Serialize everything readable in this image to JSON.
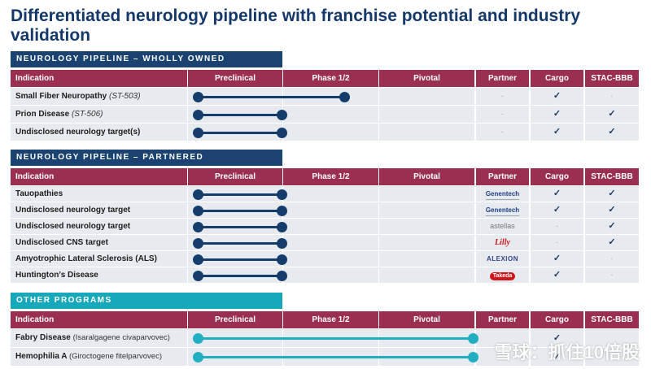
{
  "title": "Differentiated neurology pipeline with franchise potential and industry validation",
  "columns": {
    "indication": "Indication",
    "preclinical": "Preclinical",
    "phase": "Phase 1/2",
    "pivotal": "Pivotal",
    "partner": "Partner",
    "cargo": "Cargo",
    "stac": "STAC-BBB"
  },
  "sections": {
    "wholly_owned": "NEUROLOGY PIPELINE – WHOLLY OWNED",
    "partnered": "NEUROLOGY PIPELINE – PARTNERED",
    "other": "OTHER PROGRAMS"
  },
  "symbols": {
    "check": "✓",
    "dash": "-"
  },
  "wholly_owned_rows": [
    {
      "name": "Small Fiber Neuropathy",
      "code": "(ST-503)",
      "progress_phase": "Phase 1/2",
      "partner": "-",
      "cargo": "check",
      "stac": "dash"
    },
    {
      "name": "Prion Disease",
      "code": "(ST-506)",
      "progress_phase": "Preclinical",
      "partner": "-",
      "cargo": "check",
      "stac": "check"
    },
    {
      "name": "Undisclosed neurology target(s)",
      "code": "",
      "progress_phase": "Preclinical",
      "partner": "-",
      "cargo": "check",
      "stac": "check"
    }
  ],
  "partnered_rows": [
    {
      "name": "Tauopathies",
      "progress_phase": "Preclinical",
      "partner": "Genentech",
      "cargo": "check",
      "stac": "check"
    },
    {
      "name": "Undisclosed neurology target",
      "progress_phase": "Preclinical",
      "partner": "Genentech",
      "cargo": "check",
      "stac": "check"
    },
    {
      "name": "Undisclosed neurology target",
      "progress_phase": "Preclinical",
      "partner": "astellas",
      "cargo": "dash",
      "stac": "check"
    },
    {
      "name": "Undisclosed CNS target",
      "progress_phase": "Preclinical",
      "partner": "Lilly",
      "cargo": "dash",
      "stac": "check"
    },
    {
      "name": "Amyotrophic Lateral Sclerosis (ALS)",
      "progress_phase": "Preclinical",
      "partner": "ALEXION",
      "cargo": "check",
      "stac": "dash"
    },
    {
      "name": "Huntington’s Disease",
      "progress_phase": "Preclinical",
      "partner": "Takeda",
      "cargo": "check",
      "stac": "dash"
    }
  ],
  "other_rows": [
    {
      "name": "Fabry Disease",
      "drug": "(Isaralgagene civaparvovec)",
      "progress_phase": "Pivotal",
      "cargo": "check"
    },
    {
      "name": "Hemophilia A",
      "drug": "(Giroctogene fitelparvovec)",
      "progress_phase": "Pivotal",
      "cargo": "check"
    }
  ],
  "watermark": "雪球：抓住10倍股"
}
